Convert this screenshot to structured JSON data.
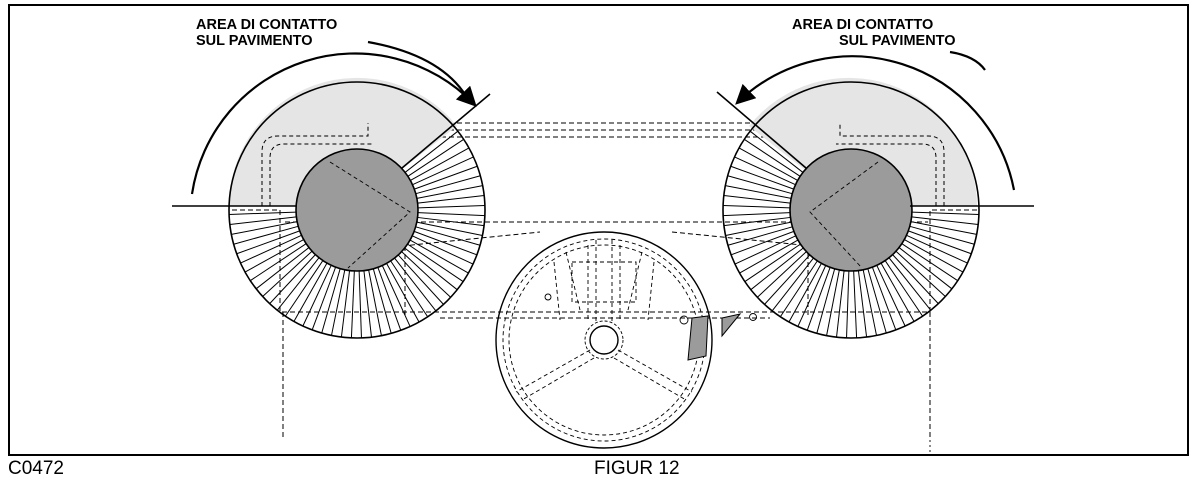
{
  "figure": {
    "code": "C0472",
    "title": "FIGUR 12"
  },
  "callouts": {
    "left": {
      "line1": "AREA DI CONTATTO",
      "line2": "SUL PAVIMENTO"
    },
    "right": {
      "line1": "AREA DI CONTATTO",
      "line2": "SUL PAVIMENTO"
    }
  },
  "colors": {
    "contact_area": "#e5e5e5",
    "brush_core": "#9b9b9b",
    "line": "#000000"
  }
}
